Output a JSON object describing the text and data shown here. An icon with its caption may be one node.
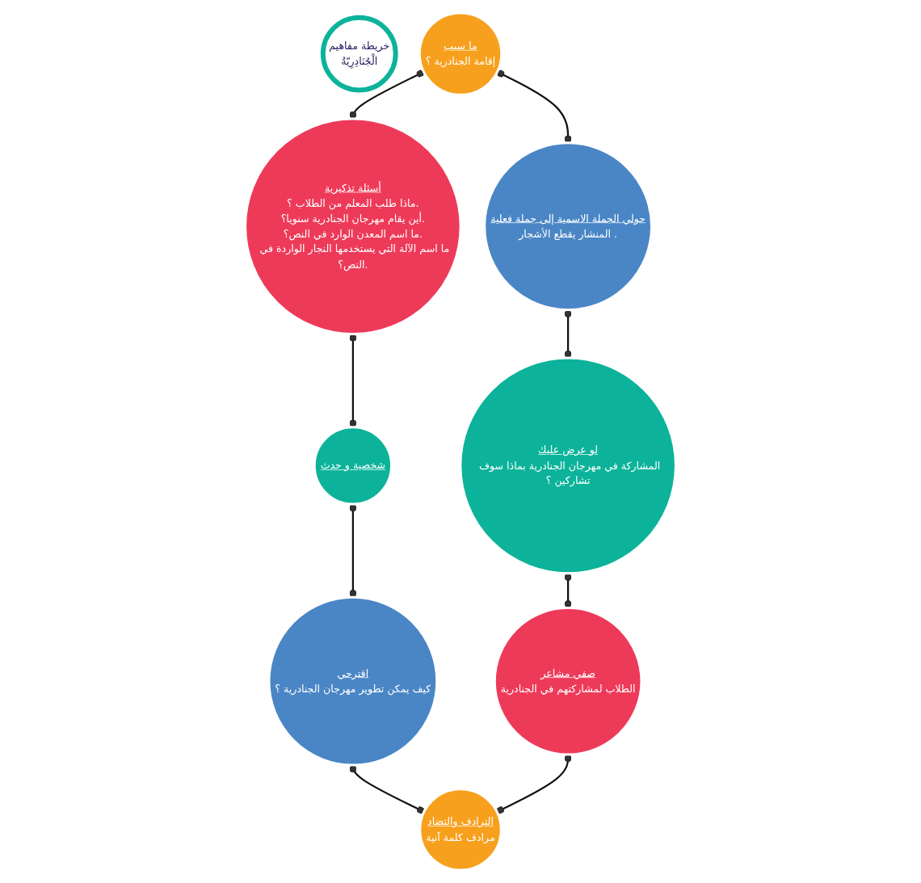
{
  "diagram": {
    "nodes": [
      {
        "text": [
          "خريطة مفاهيم",
          "الْجُنَادِرِيّةُ"
        ]
      },
      {
        "text": [
          "أسئلة تذكيرية",
          "ماذا طلب المعلم من الطلاب ؟.",
          "أين يقام مهرجان الجنادرية سنويا؟.",
          "ما اسم المعدن الوارد في النص؟.",
          "ما اسم الآلة التي يستخدمها النجار الواردة في النص؟."
        ]
      },
      {
        "text": [
          "ما سبب",
          "إقامة الجنادرية ؟"
        ]
      },
      {
        "text": [
          "شخصية و حدث"
        ]
      },
      {
        "text": [
          "حولي الجملة الاسمية إلى جملة فعلية",
          "المنشار يقطع الأشجار ."
        ]
      },
      {
        "text": [
          "اقترحي",
          "كيف يمكن تطوير مهرجان الجنادرية ؟"
        ]
      },
      {
        "text": [
          "لو عرض عليك",
          "المشاركة في مهرجان الجنادرية بماذا سوف تشاركين ؟"
        ]
      },
      {
        "text": [
          "الترادف والتضاد",
          "مرادف كلمة آنية"
        ]
      },
      {
        "text": [
          "صفي مشاعر",
          "الطلاب لمشاركتهم في الجنادرية"
        ]
      }
    ],
    "edges": [
      {
        "from": 2,
        "to": 1,
        "arrow": "other"
      },
      {
        "from": 1,
        "to": 3,
        "arrow": "other"
      },
      {
        "from": 3,
        "to": 5,
        "arrow": "other"
      },
      {
        "from": 5,
        "to": 7,
        "arrow": "other"
      },
      {
        "from": 8,
        "to": 7,
        "arrow": "other"
      },
      {
        "from": 6,
        "to": 8,
        "arrow": "other"
      },
      {
        "from": 4,
        "to": 6,
        "arrow": "other"
      },
      {
        "from": 2,
        "to": 4,
        "arrow": "other"
      }
    ]
  }
}
